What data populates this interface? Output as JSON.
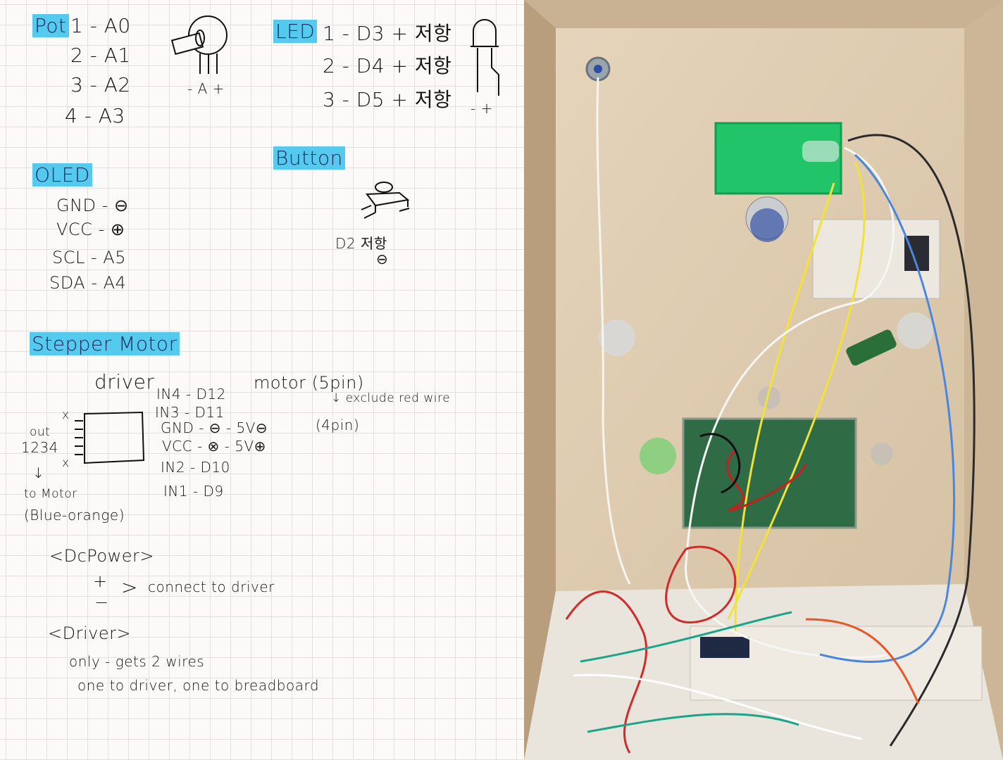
{
  "notes": {
    "pot": {
      "title": "Pot",
      "rows": [
        "1 - A0",
        "2 - A1",
        "3 - A2",
        "4 - A3"
      ],
      "pins": "- A +"
    },
    "led": {
      "title": "LED",
      "rows": [
        "1 - D3 + 저항",
        "2 - D4 + 저항",
        "3 - D5 + 저항"
      ],
      "pins": "-  +"
    },
    "oled": {
      "title": "OLED",
      "rows": [
        "GND - ⊖",
        "VCC - ⊕",
        "SCL - A5",
        "SDA - A4"
      ]
    },
    "button": {
      "title": "Button",
      "label": "D2 저항",
      "sign": "⊖"
    },
    "stepper": {
      "title": "Stepper Motor",
      "driver_label": "driver",
      "out_label": "out",
      "out_pins": "1234",
      "x_mark": "x",
      "arrow": "↓",
      "to_motor": "to Motor",
      "wire_colors": "(Blue-orange)",
      "driver_pins": [
        "IN4 - D12",
        "IN3 - D11",
        "GND - ⊖ - 5V⊖",
        "VCC - ⊗ - 5V⊕",
        "IN2 - D10",
        "IN1 - D9"
      ],
      "motor": "motor (5pin)",
      "exclude": "↓ exclude red wire",
      "motor4": "(4pin)"
    },
    "dcpower": {
      "title": "<DcPower>",
      "plus": "+",
      "minus": "−",
      "bracket": ">",
      "note": "connect to driver"
    },
    "driver": {
      "title": "<Driver>",
      "line1": "only - gets 2 wires",
      "line2": "one to driver, one to breadboard"
    }
  }
}
